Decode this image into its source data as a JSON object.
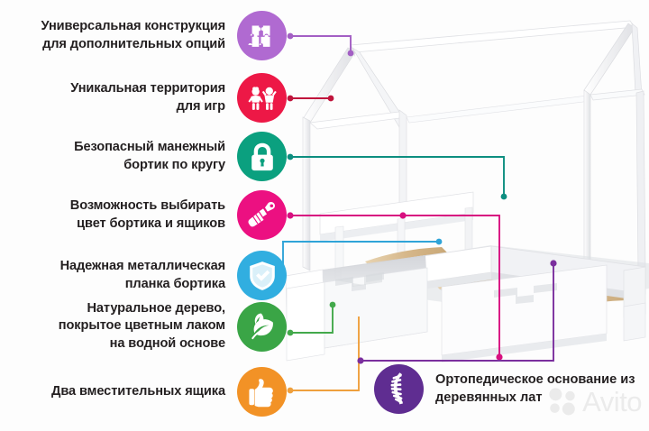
{
  "page": {
    "background": "#fdfdfd",
    "text_color": "#231f20",
    "watermark": "Avito"
  },
  "features": [
    {
      "id": "universal-construction",
      "label": "Универсальная конструкция\nдля дополнительных опций",
      "icon": "puzzle-icon",
      "color": "#b06ad1",
      "line_color": "#a35fc4"
    },
    {
      "id": "unique-play-area",
      "label": "Уникальная территория\nдля игр",
      "icon": "children-icon",
      "color": "#ed1846",
      "line_color": "#c0143c"
    },
    {
      "id": "safe-rail",
      "label": "Безопасный манежный\nбортик по кругу",
      "icon": "lock-icon",
      "color": "#0ba07f",
      "line_color": "#0d8e80"
    },
    {
      "id": "color-choice",
      "label": "Возможность выбирать\nцвет бортика и ящиков",
      "icon": "paintbrush-icon",
      "color": "#ec1081",
      "line_color": "#d81080"
    },
    {
      "id": "metal-plank",
      "label": "Надежная металлическая\nпланка бортика",
      "icon": "shield-check-icon",
      "color": "#31aee0",
      "line_color": "#2fa4d8"
    },
    {
      "id": "natural-wood",
      "label": "Натуральное дерево,\nпокрытое цветным лаком\nна водной основе",
      "icon": "leaf-icon",
      "color": "#3aa546",
      "line_color": "#43a94b"
    },
    {
      "id": "two-drawers",
      "label": "Два вместительных ящика",
      "icon": "thumbs-up-icon",
      "color": "#f29226",
      "line_color": "#efa03d"
    }
  ],
  "feature_bottom": {
    "id": "orthopedic-base",
    "label": "Ортопедическое основание\nиз деревянных лат",
    "icon": "spine-icon",
    "color": "#5f2d91",
    "line_color": "#7b2f9e"
  },
  "product": {
    "name": "house-bed-with-drawers",
    "frame_color": "#ffffff",
    "slat_color": "#d7b98c"
  }
}
